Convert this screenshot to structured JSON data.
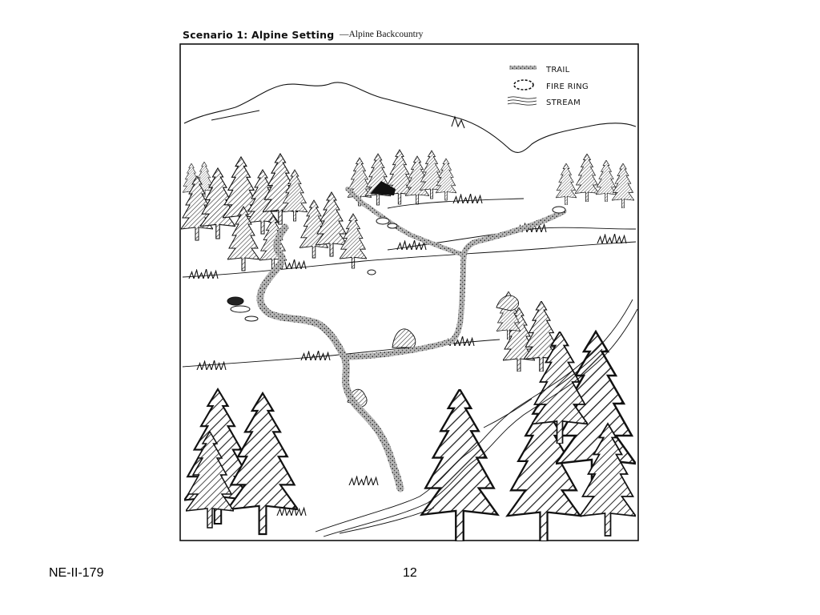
{
  "slide": {
    "footer_left": "NE-II-179",
    "page_number": "12"
  },
  "figure": {
    "title": "Scenario 1: Alpine Setting",
    "subtitle": "—Alpine Backcountry",
    "legend": [
      {
        "label": "TRAIL",
        "icon": "trail-dots-icon"
      },
      {
        "label": "FIRE RING",
        "icon": "fire-ring-icon"
      },
      {
        "label": "STREAM",
        "icon": "stream-lines-icon"
      }
    ]
  },
  "colors": {
    "ink": "#111111",
    "hatch": "#222222",
    "paper": "#ffffff"
  }
}
